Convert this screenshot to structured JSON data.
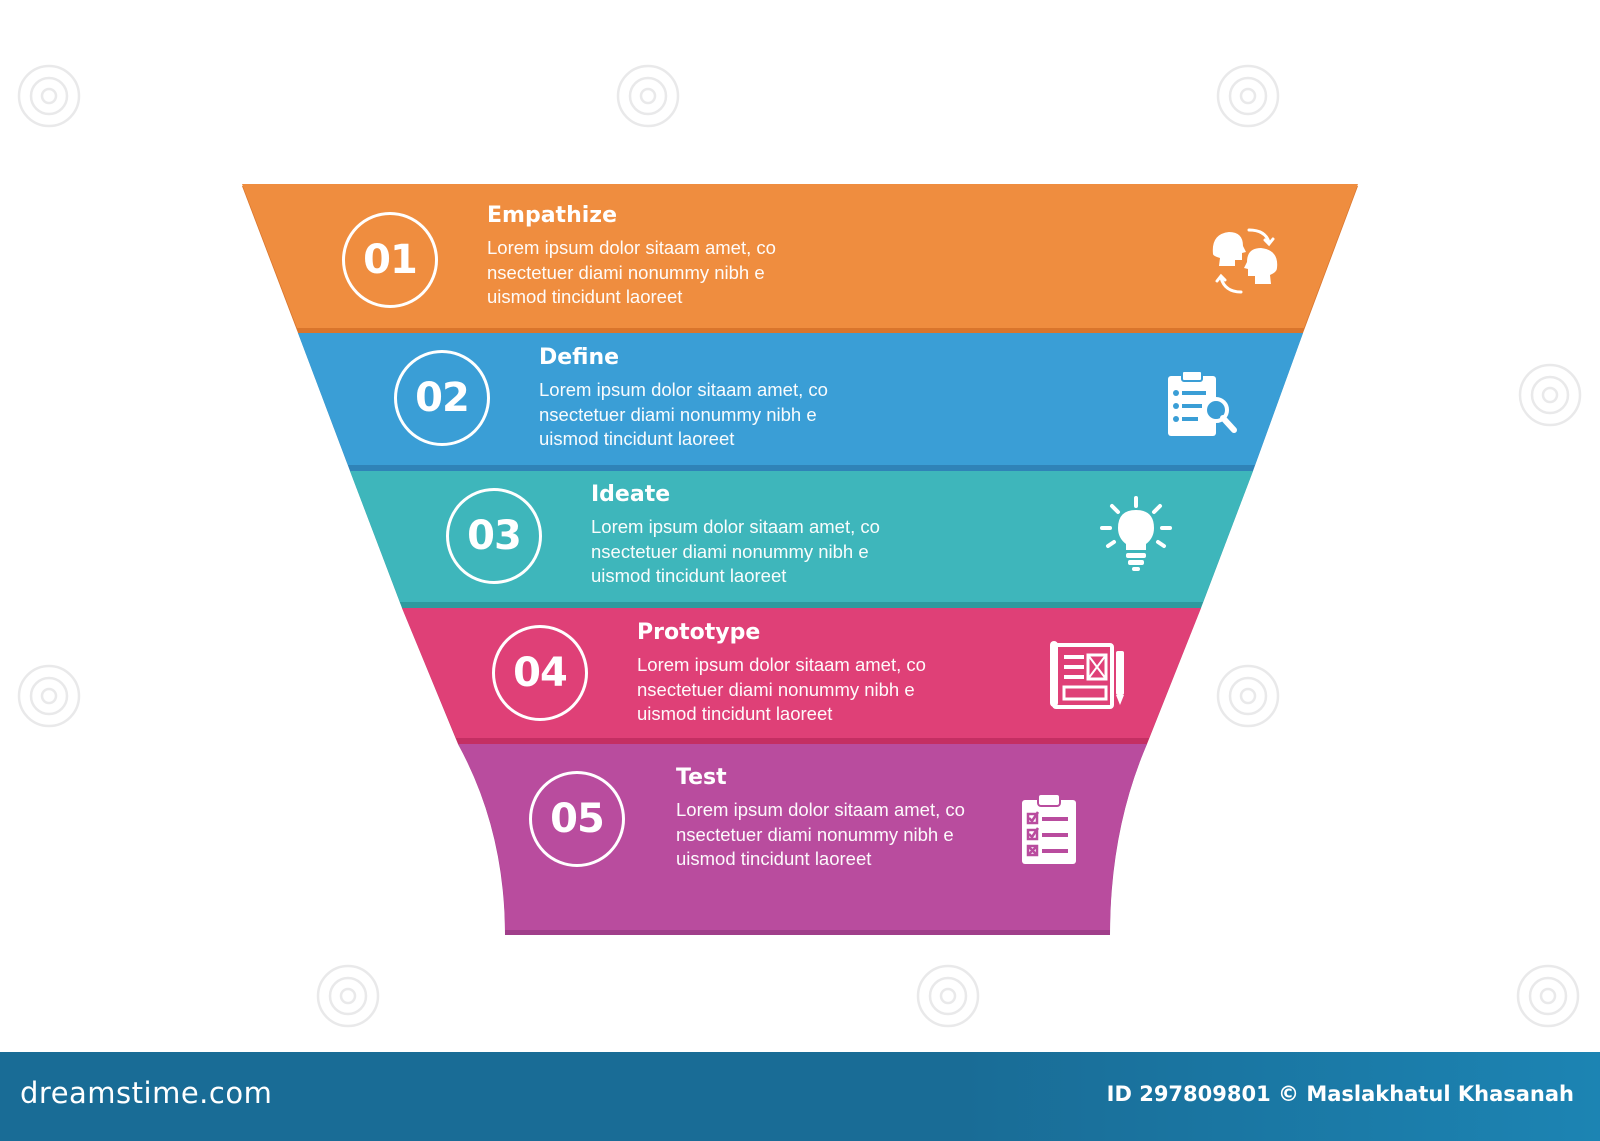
{
  "diagram": {
    "stages": [
      {
        "number": "01",
        "title": "Empathize",
        "description": "Lorem ipsum dolor sitaam amet, co\nnsectetuer diami nonummy  nibh e\nuismod tincidunt laoreet",
        "icon": "empathy-heads-icon",
        "color": "#ef8d3f"
      },
      {
        "number": "02",
        "title": "Define",
        "description": "Lorem ipsum dolor sitaam amet, co\nnsectetuer diami nonummy  nibh e\nuismod tincidunt laoreet",
        "icon": "clipboard-search-icon",
        "color": "#3a9ed6"
      },
      {
        "number": "03",
        "title": "Ideate",
        "description": "Lorem ipsum dolor sitaam amet, co\nnsectetuer diami nonummy  nibh e\nuismod tincidunt laoreet",
        "icon": "lightbulb-icon",
        "color": "#3eb6bb"
      },
      {
        "number": "04",
        "title": "Prototype",
        "description": "Lorem ipsum dolor sitaam amet, co\nnsectetuer diami nonummy  nibh e\nuismod tincidunt laoreet",
        "icon": "blueprint-icon",
        "color": "#df4077"
      },
      {
        "number": "05",
        "title": "Test",
        "description": "Lorem ipsum dolor sitaam amet, co\nnsectetuer diami nonummy  nibh e\nuismod tincidunt laoreet",
        "icon": "checklist-icon",
        "color": "#b94c9e"
      }
    ]
  },
  "footer": {
    "brand": "dreamstime.com",
    "credit": "ID 297809801 © Maslakhatul Khasanah"
  },
  "watermark": "dreamstime"
}
